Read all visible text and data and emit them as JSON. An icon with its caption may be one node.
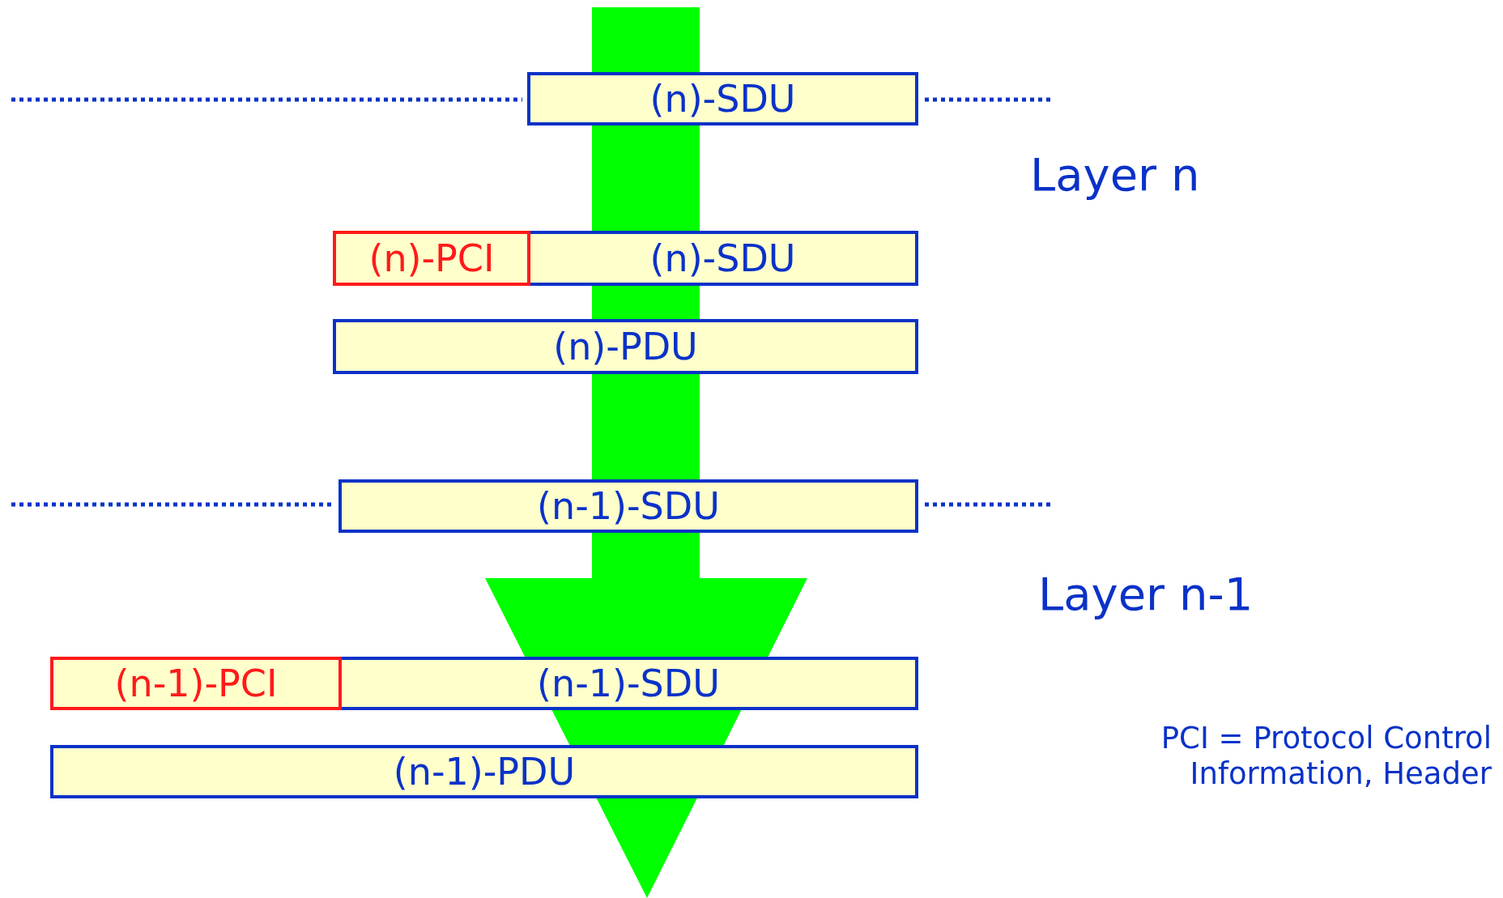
{
  "diagram": {
    "nodes": [
      {
        "text": [
          "(n)-SDU"
        ]
      },
      {
        "text": [
          "(n)-PCI"
        ]
      },
      {
        "text": [
          "(n)-SDU"
        ]
      },
      {
        "text": [
          "(n)-PDU"
        ]
      },
      {
        "text": [
          "(n-1)-SDU"
        ]
      },
      {
        "text": [
          "(n-1)-PCI"
        ]
      },
      {
        "text": [
          "(n-1)-SDU"
        ]
      },
      {
        "text": [
          "(n-1)-PDU"
        ]
      }
    ],
    "labels": [
      "Layer n",
      "Layer n-1",
      "PCI = Protocol Control Information, Header"
    ]
  }
}
